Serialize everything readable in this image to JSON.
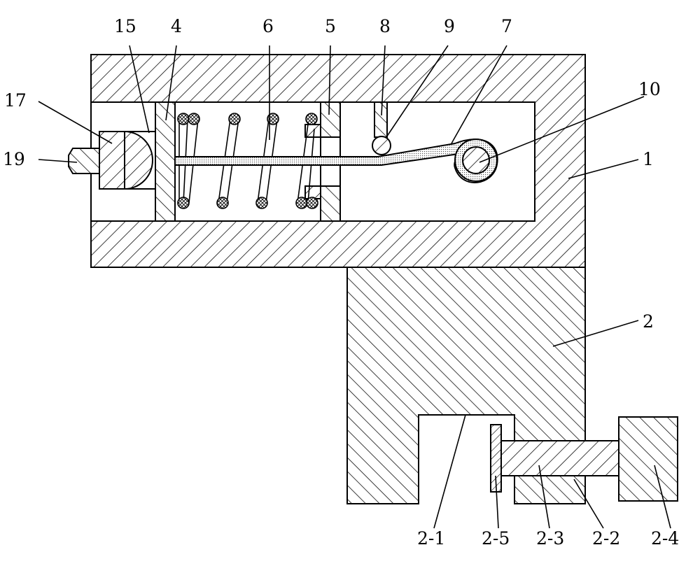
{
  "labels": {
    "l15": "15",
    "l4": "4",
    "l6": "6",
    "l5": "5",
    "l8": "8",
    "l9": "9",
    "l7": "7",
    "l10": "10",
    "l17": "17",
    "l19": "19",
    "l1": "1",
    "l2": "2",
    "l2_1": "2-1",
    "l2_5": "2-5",
    "l2_3": "2-3",
    "l2_2": "2-2",
    "l2_4": "2-4"
  },
  "colors": {
    "line": "#000000",
    "background": "#ffffff"
  }
}
